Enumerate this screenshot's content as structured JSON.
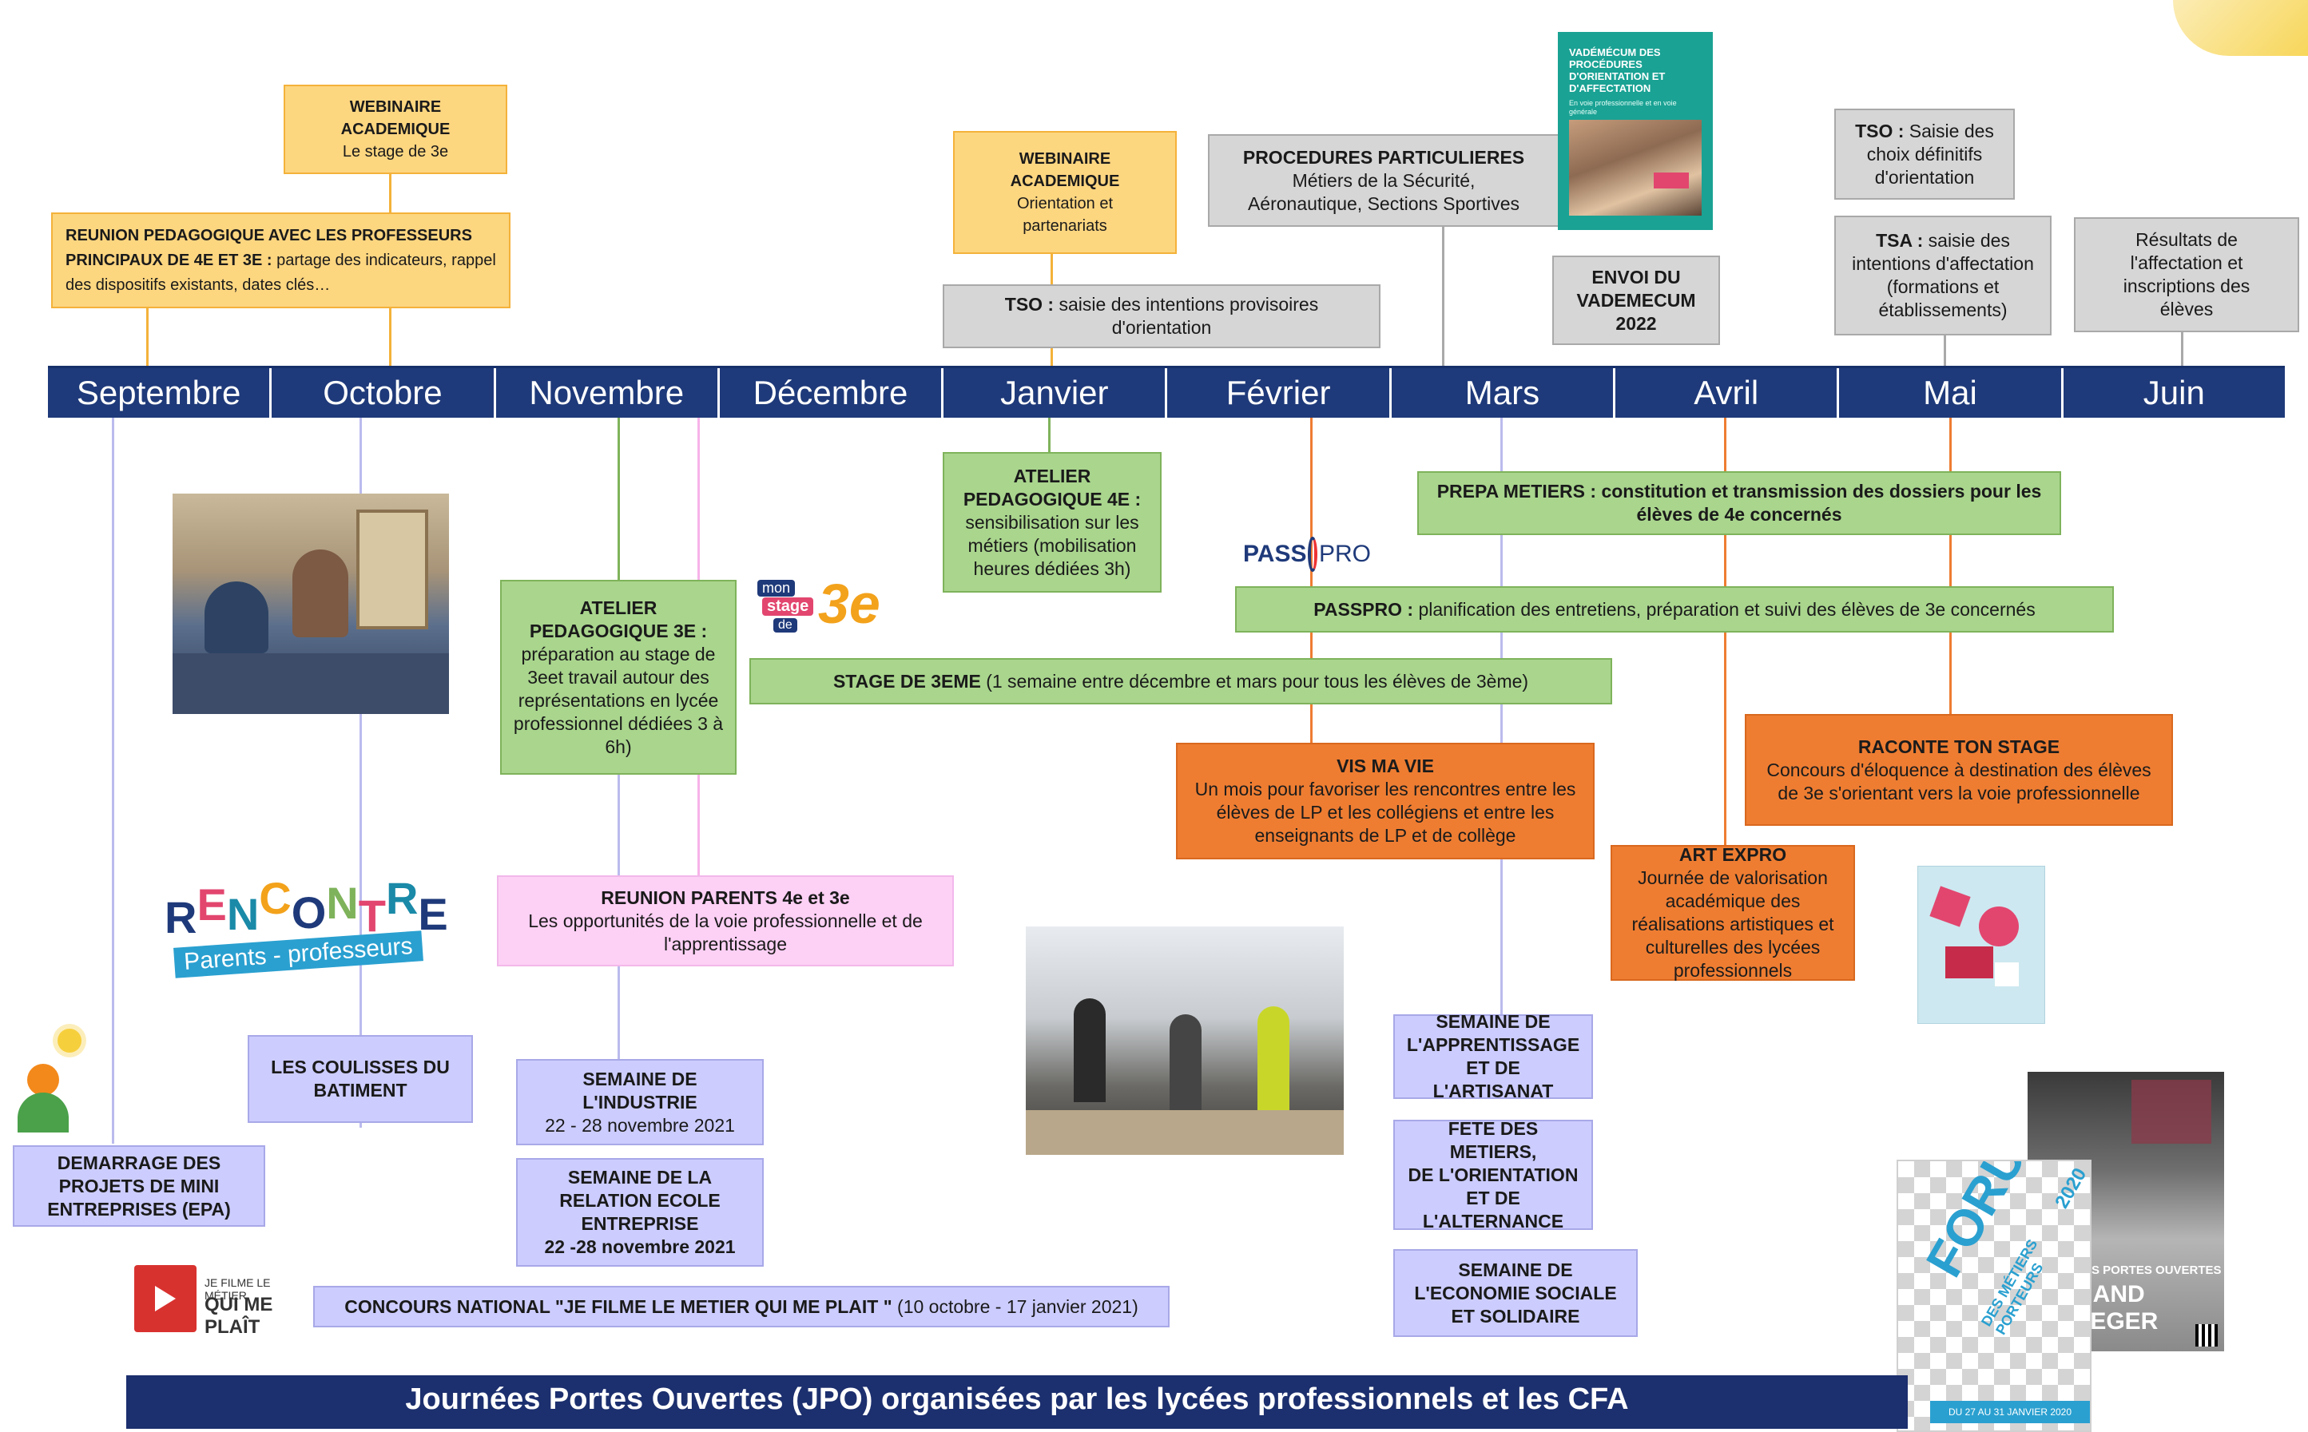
{
  "months": [
    "Septembre",
    "Octobre",
    "Novembre",
    "Décembre",
    "Janvier",
    "Février",
    "Mars",
    "Avril",
    "Mai",
    "Juin"
  ],
  "webinaire1": {
    "title1": "WEBINAIRE",
    "title2": "ACADEMIQUE",
    "sub": "Le stage de 3e"
  },
  "reunion_peda": {
    "title": "REUNION PEDAGOGIQUE AVEC LES PROFESSEURS PRINCIPAUX DE 4E ET 3E :",
    "text": "partage des indicateurs, rappel des dispositifs existants, dates clés…"
  },
  "webinaire2": {
    "title1": "WEBINAIRE",
    "title2": "ACADEMIQUE",
    "sub1": "Orientation et",
    "sub2": "partenariats"
  },
  "tso1": {
    "title": "TSO :",
    "text": "saisie des intentions provisoires d'orientation"
  },
  "procedures": {
    "title": "PROCEDURES PARTICULIERES",
    "l1": "Métiers de la Sécurité,",
    "l2": "Aéronautique, Sections Sportives"
  },
  "vademecum_cover": {
    "title": "VADÉMÉCUM DES PROCÉDURES D'ORIENTATION ET D'AFFECTATION",
    "sub": "En voie professionnelle et en voie générale"
  },
  "envoi": {
    "l1": "ENVOI DU",
    "l2": "VADEMECUM",
    "l3": "2022"
  },
  "tso2": {
    "title": "TSO :",
    "l1": "Saisie des",
    "l2": "choix définitifs",
    "l3": "d'orientation"
  },
  "tsa": {
    "title": "TSA :",
    "l1": "saisie des",
    "l2": "intentions d'affectation",
    "l3": "(formations et",
    "l4": "établissements)"
  },
  "resultats": {
    "l1": "Résultats de",
    "l2": "l'affectation et",
    "l3": "inscriptions des",
    "l4": "élèves"
  },
  "atelier4e": {
    "title1": "ATELIER",
    "title2": "PEDAGOGIQUE 4E :",
    "text": "sensibilisation sur les métiers (mobilisation heures dédiées 3h)"
  },
  "prepa": {
    "title": "PREPA METIERS :",
    "text": "constitution et transmission des dossiers pour les élèves de 4e concernés"
  },
  "passpro_logo": {
    "pass": "PASS",
    "pro": "PRO"
  },
  "passpro": {
    "title": "PASSPRO :",
    "text": "planification des entretiens, préparation et suivi des élèves de 3e concernés"
  },
  "monstage_logo": {
    "mon": "mon",
    "stage": "stage",
    "de": "de",
    "num": "3e"
  },
  "stage3": {
    "title": "STAGE DE 3EME",
    "text": "(1 semaine entre décembre et mars pour tous les élèves de 3ème)"
  },
  "atelier3e": {
    "title1": "ATELIER",
    "title2": "PEDAGOGIQUE 3E :",
    "text": "préparation au stage de 3eet travail autour des représentations en lycée professionnel dédiées 3 à 6h)"
  },
  "vismavie": {
    "title": "VIS MA VIE",
    "text": "Un mois pour favoriser les rencontres entre les élèves de LP et les collégiens et entre les enseignants de LP et de collège"
  },
  "raconte": {
    "title": "RACONTE TON STAGE",
    "text": "Concours d'éloquence à destination des élèves de 3e s'orientant vers la voie professionnelle"
  },
  "artexpro": {
    "title": "ART EXPRO",
    "text": "Journée de valorisation académique des réalisations artistiques et culturelles des lycées professionnels"
  },
  "rencontre_logo": {
    "letters": [
      "R",
      "E",
      "N",
      "C",
      "O",
      "N",
      "T",
      "R",
      "E"
    ],
    "sub": "Parents - professeurs"
  },
  "reunion_parents": {
    "title": "REUNION PARENTS 4e et 3e",
    "text": "Les opportunités de la voie professionnelle et de l'apprentissage"
  },
  "coulisses": {
    "l1": "LES COULISSES DU",
    "l2": "BATIMENT"
  },
  "semaine_industrie": {
    "l1": "SEMAINE DE",
    "l2": "L'INDUSTRIE",
    "date": "22 - 28 novembre 2021"
  },
  "semaine_relation": {
    "l1": "SEMAINE DE LA",
    "l2": "RELATION ECOLE",
    "l3": "ENTREPRISE",
    "date": "22 -28 novembre 2021"
  },
  "demarrage": {
    "l1": "DEMARRAGE DES",
    "l2": "PROJETS DE MINI",
    "l3": "ENTREPRISES (EPA)"
  },
  "semaine_apprentissage": {
    "l1": "SEMAINE DE",
    "l2": "L'APPRENTISSAGE",
    "l3": "ET DE L'ARTISANAT"
  },
  "fete_metiers": {
    "l1": "FETE DES METIERS,",
    "l2": "DE L'ORIENTATION",
    "l3": "ET DE",
    "l4": "L'ALTERNANCE"
  },
  "semaine_ess": {
    "l1": "SEMAINE DE",
    "l2": "L'ECONOMIE SOCIALE",
    "l3": "ET SOLIDAIRE"
  },
  "jefilme_logo": {
    "l1": "JE FILME LE MÉTIER",
    "l2": "QUI ME PLAÎT"
  },
  "concours": {
    "title": "CONCOURS NATIONAL \"JE FILME LE METIER QUI ME PLAIT \"",
    "text": "(10 octobre - 17 janvier 2021)"
  },
  "forum_poster": {
    "year": "2020",
    "title": "FORUM",
    "sub": "DES MÉTIERS PORTEURS",
    "dates": "DU 27 AU 31 JANVIER 2020"
  },
  "leger_poster": {
    "l1": "ÉES PORTES OUVERTES",
    "l2": "NAND LEGER"
  },
  "footer": {
    "text": "Journées Portes Ouvertes (JPO) organisées par les lycées professionnels et les CFA"
  },
  "colors": {
    "timeline": "#1f3a7a",
    "yellow": "#fdd680",
    "grey": "#d6d6d6",
    "green": "#a9d58d",
    "orange": "#ee7d32",
    "lavender": "#ccccff",
    "pink": "#fdd0f5"
  }
}
